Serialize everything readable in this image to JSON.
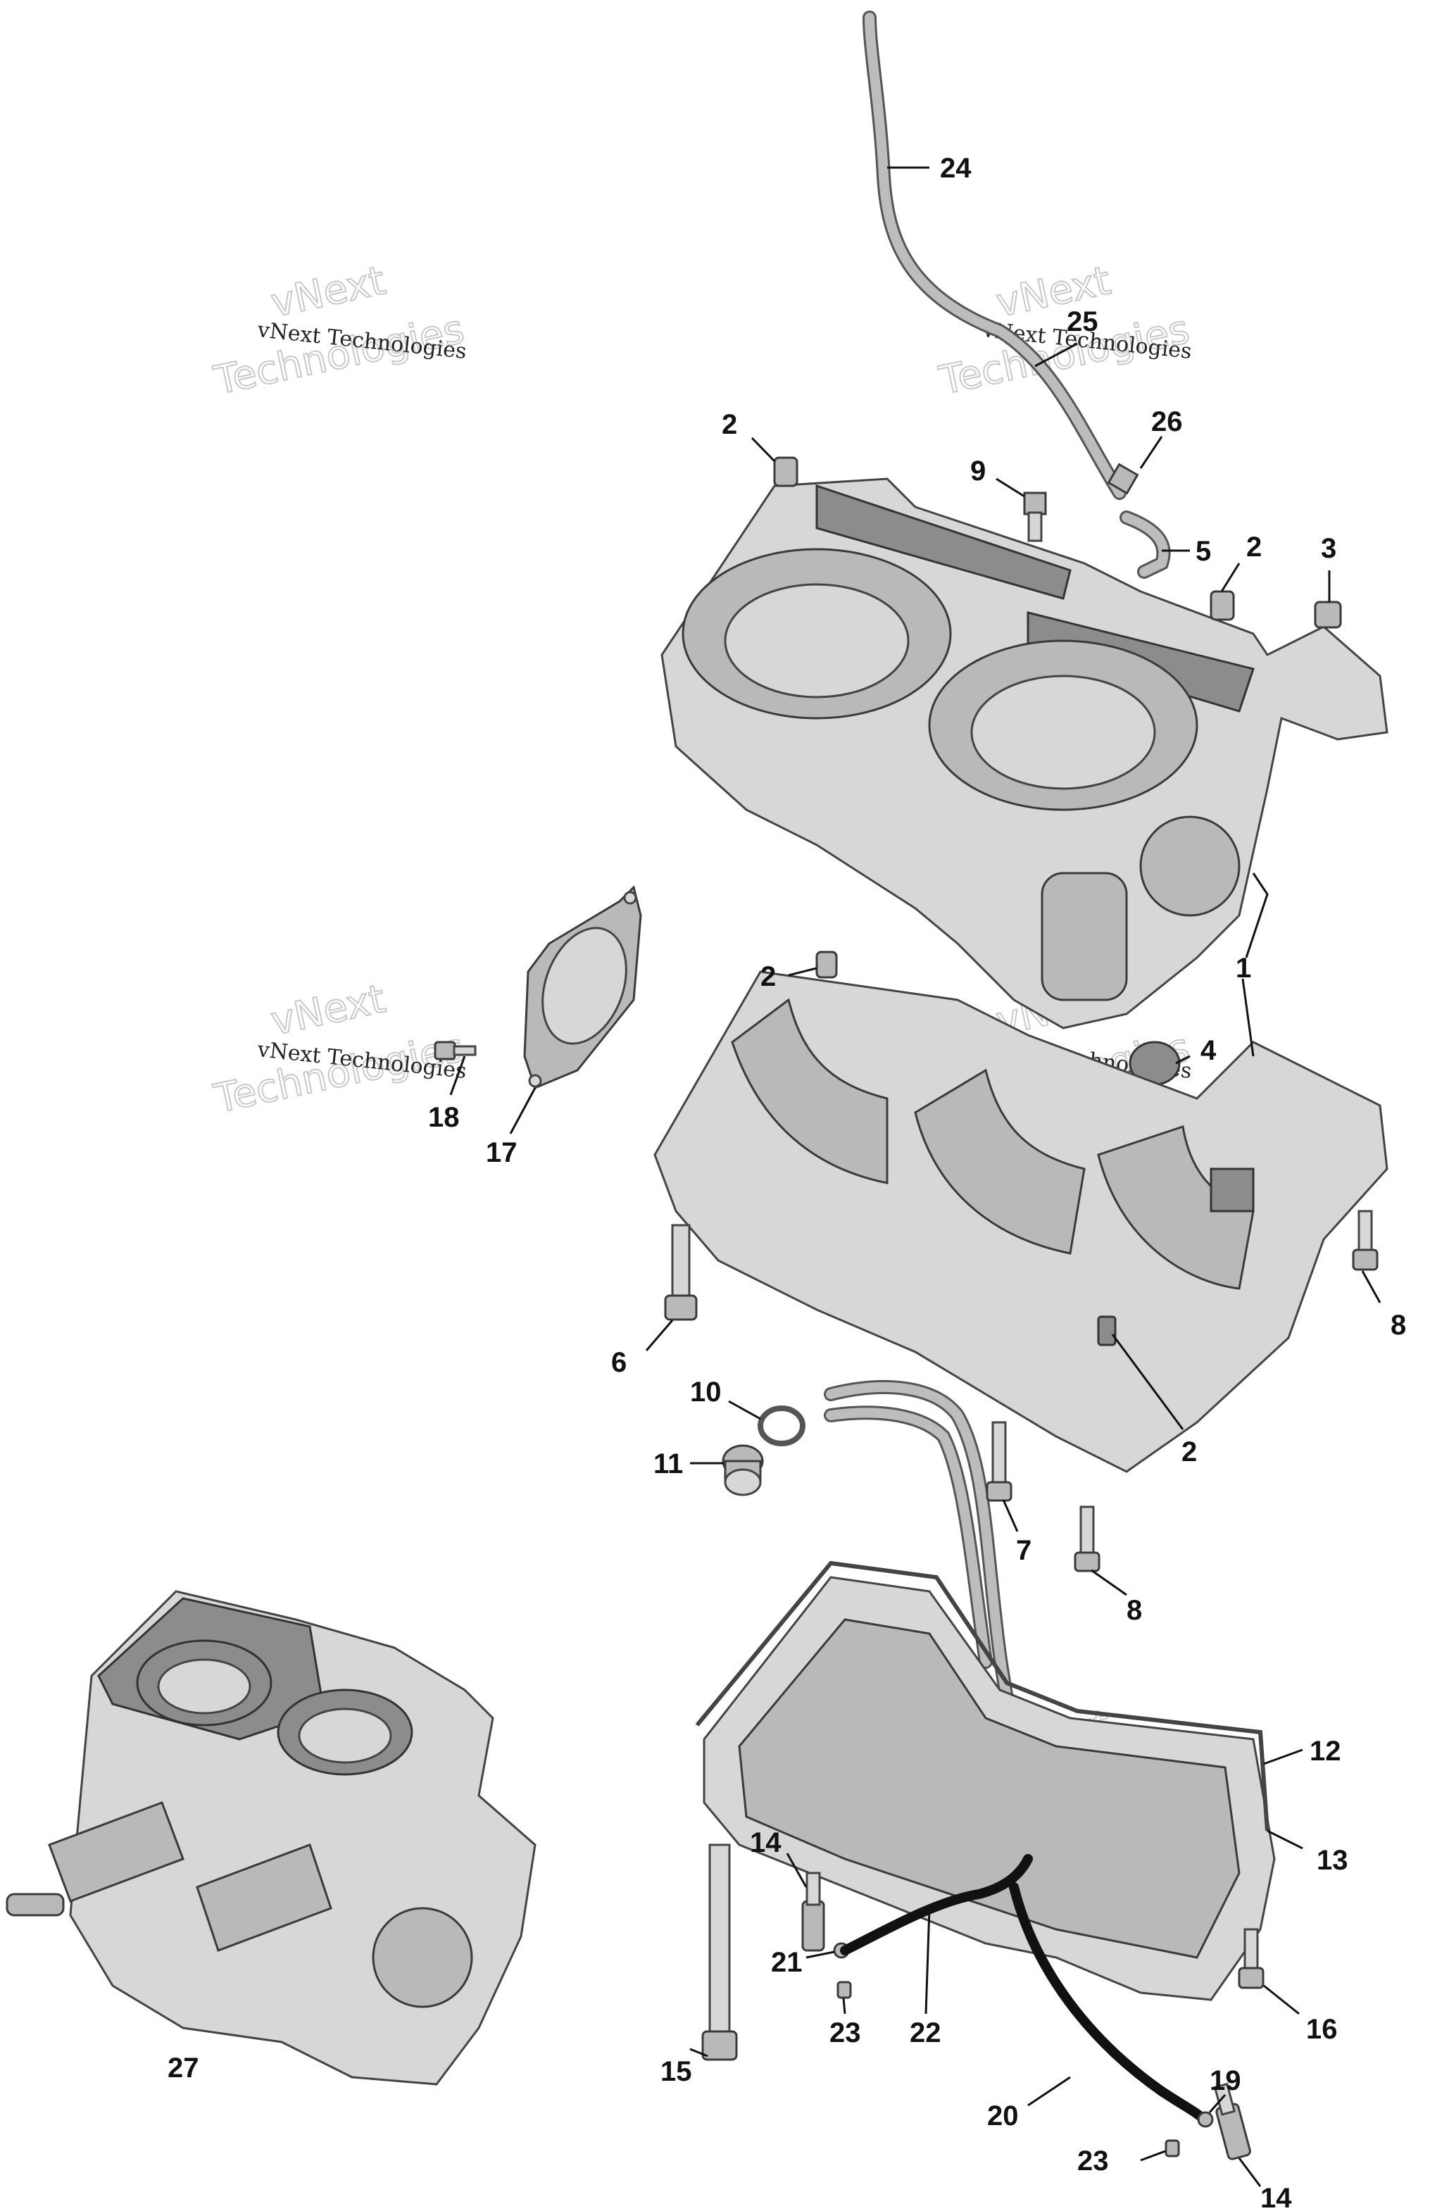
{
  "watermark": {
    "line1": "vNext Technologies",
    "line2": "vNext",
    "line3": "Technologies"
  },
  "callouts": [
    {
      "id": "c24",
      "label": "24"
    },
    {
      "id": "c25",
      "label": "25"
    },
    {
      "id": "c26",
      "label": "26"
    },
    {
      "id": "c9",
      "label": "9"
    },
    {
      "id": "c2a",
      "label": "2"
    },
    {
      "id": "c5",
      "label": "5"
    },
    {
      "id": "c2b",
      "label": "2"
    },
    {
      "id": "c3",
      "label": "3"
    },
    {
      "id": "c1",
      "label": "1"
    },
    {
      "id": "c2c",
      "label": "2"
    },
    {
      "id": "c4",
      "label": "4"
    },
    {
      "id": "c18",
      "label": "18"
    },
    {
      "id": "c17",
      "label": "17"
    },
    {
      "id": "c6",
      "label": "6"
    },
    {
      "id": "c8a",
      "label": "8"
    },
    {
      "id": "c10",
      "label": "10"
    },
    {
      "id": "c11",
      "label": "11"
    },
    {
      "id": "c2d",
      "label": "2"
    },
    {
      "id": "c7",
      "label": "7"
    },
    {
      "id": "c8b",
      "label": "8"
    },
    {
      "id": "c12",
      "label": "12"
    },
    {
      "id": "c13",
      "label": "13"
    },
    {
      "id": "c14a",
      "label": "14"
    },
    {
      "id": "c21",
      "label": "21"
    },
    {
      "id": "c23a",
      "label": "23"
    },
    {
      "id": "c22",
      "label": "22"
    },
    {
      "id": "c15",
      "label": "15"
    },
    {
      "id": "c16",
      "label": "16"
    },
    {
      "id": "c19",
      "label": "19"
    },
    {
      "id": "c20",
      "label": "20"
    },
    {
      "id": "c23b",
      "label": "23"
    },
    {
      "id": "c14b",
      "label": "14"
    },
    {
      "id": "c27",
      "label": "27"
    }
  ]
}
